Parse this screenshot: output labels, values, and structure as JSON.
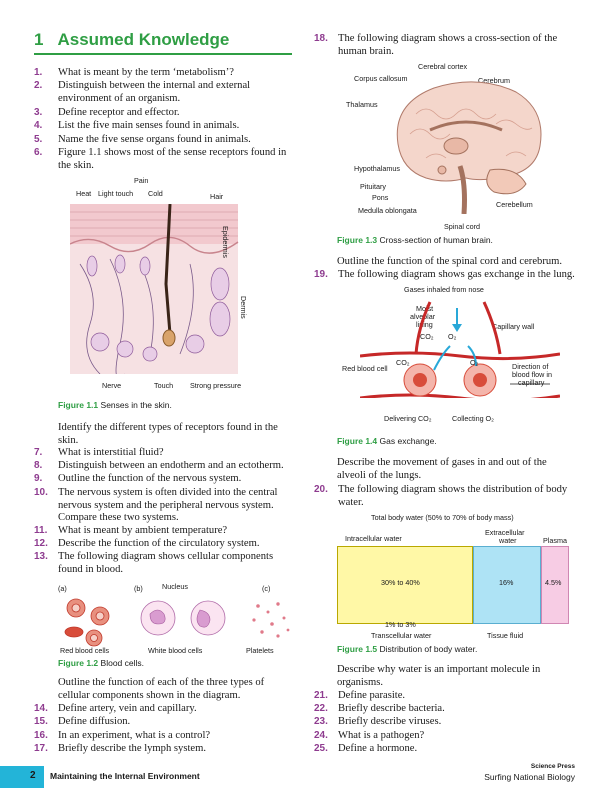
{
  "section": {
    "number": "1",
    "title": "Assumed Knowledge"
  },
  "left_questions_a": [
    {
      "n": "1.",
      "text": "What is meant by the term ‘metabolism’?"
    },
    {
      "n": "2.",
      "text": "Distinguish between the internal and external environment of an organism."
    },
    {
      "n": "3.",
      "text": "Define receptor and effector."
    },
    {
      "n": "4.",
      "text": "List the five main senses found in animals."
    },
    {
      "n": "5.",
      "text": "Name the five sense organs found in animals."
    },
    {
      "n": "6.",
      "text": "Figure 1.1 shows most of the sense receptors found in the skin."
    }
  ],
  "fig11": {
    "labels": {
      "heat": "Heat",
      "light_touch": "Light touch",
      "cold": "Cold",
      "pain": "Pain",
      "hair": "Hair",
      "epidermis": "Epidermis",
      "dermis": "Dermis",
      "nerve": "Nerve",
      "touch": "Touch",
      "strong_pressure": "Strong pressure"
    },
    "caption_num": "Figure 1.1",
    "caption_text": "Senses in the skin."
  },
  "left_para_1": "Identify the different types of receptors found in the skin.",
  "left_questions_b": [
    {
      "n": "7.",
      "text": "What is interstitial fluid?"
    },
    {
      "n": "8.",
      "text": "Distinguish between an endotherm and an ectotherm."
    },
    {
      "n": "9.",
      "text": "Outline the function of the nervous system."
    },
    {
      "n": "10.",
      "text": "The nervous system is often divided into the central nervous system and the peripheral nervous system. Compare these two systems."
    },
    {
      "n": "11.",
      "text": "What is meant by ambient temperature?"
    },
    {
      "n": "12.",
      "text": "Describe the function of the circulatory system."
    },
    {
      "n": "13.",
      "text": "The following diagram shows cellular components found in blood."
    }
  ],
  "fig12": {
    "labels": {
      "a": "(a)",
      "b": "(b)",
      "c": "(c)",
      "nucleus": "Nucleus",
      "red": "Red blood cells",
      "white": "White blood cells",
      "platelets": "Platelets"
    },
    "caption_num": "Figure 1.2",
    "caption_text": "Blood cells."
  },
  "left_para_2": "Outline the function of each of the three types of cellular components shown in the diagram.",
  "left_questions_c": [
    {
      "n": "14.",
      "text": "Define artery, vein and capillary."
    },
    {
      "n": "15.",
      "text": "Define diffusion."
    },
    {
      "n": "16.",
      "text": "In an experiment, what is a control?"
    },
    {
      "n": "17.",
      "text": "Briefly describe the lymph system."
    }
  ],
  "q18": {
    "n": "18.",
    "text": "The following diagram shows a cross-section of the human brain."
  },
  "fig13": {
    "labels": {
      "cortex": "Cerebral cortex",
      "callosum": "Corpus callosum",
      "cerebrum": "Cerebrum",
      "thalamus": "Thalamus",
      "hypothalamus": "Hypothalamus",
      "pituitary": "Pituitary",
      "pons": "Pons",
      "medulla": "Medulla oblongata",
      "cerebellum": "Cerebellum",
      "spinal": "Spinal cord"
    },
    "caption_num": "Figure 1.3",
    "caption_text": "Cross-section of human brain."
  },
  "right_para_1": "Outline the function of the spinal cord and cerebrum.",
  "q19": {
    "n": "19.",
    "text": "The following diagram shows gas exchange in the lung."
  },
  "fig14": {
    "labels": {
      "inhaled": "Gases inhaled from nose",
      "moist1": "Moist",
      "moist2": "alveolar",
      "moist3": "lining",
      "co2_top": "CO₂",
      "o2_top": "O₂",
      "capillary": "Capillary wall",
      "rbc": "Red blood cell",
      "co2_mid": "CO₂",
      "o2_mid": "O₂",
      "dir1": "Direction of",
      "dir2": "blood flow in",
      "dir3": "capillary",
      "deliver": "Delivering CO₂",
      "collect": "Collecting O₂"
    },
    "caption_num": "Figure 1.4",
    "caption_text": "Gas exchange."
  },
  "right_para_2": "Describe the movement of gases in and out of the alveoli of the lungs.",
  "q20": {
    "n": "20.",
    "text": "The following diagram shows the distribution of body water."
  },
  "fig15": {
    "labels": {
      "total": "Total body water (50% to 70% of body mass)",
      "intracellular": "Intracellular water",
      "extracellular1": "Extracellular",
      "extracellular2": "water",
      "plasma": "Plasma",
      "pct_intra": "30% to 40%",
      "pct_tissue": "16%",
      "pct_plasma": "4.5%",
      "pct_trans": "1% to 3%",
      "transcellular": "Transcellular water",
      "tissue": "Tissue fluid"
    },
    "caption_num": "Figure 1.5",
    "caption_text": "Distribution of body water."
  },
  "right_para_3": "Describe why water is an important molecule in organisms.",
  "right_questions": [
    {
      "n": "21.",
      "text": "Define parasite."
    },
    {
      "n": "22.",
      "text": "Briefly describe bacteria."
    },
    {
      "n": "23.",
      "text": "Briefly describe viruses."
    },
    {
      "n": "24.",
      "text": "What is a pathogen?"
    },
    {
      "n": "25.",
      "text": "Define a hormone."
    }
  ],
  "footer": {
    "page": "2",
    "chapter": "Maintaining the Internal Environment",
    "publisher": "Science Press",
    "book": "Surfing National Biology"
  }
}
